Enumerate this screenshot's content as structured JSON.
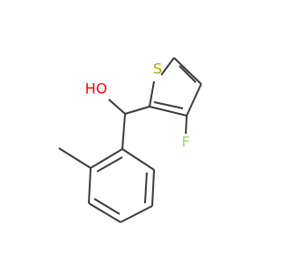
{
  "molecule": {
    "atom_labels": {
      "sulfur": "S",
      "hydroxyl": "HO",
      "fluorine": "F"
    },
    "colors": {
      "bond": "#3c3c3c",
      "sulfur": "#b2a100",
      "oxygen": "#ff0000",
      "fluorine": "#90e050",
      "background": "#ffffff"
    }
  }
}
